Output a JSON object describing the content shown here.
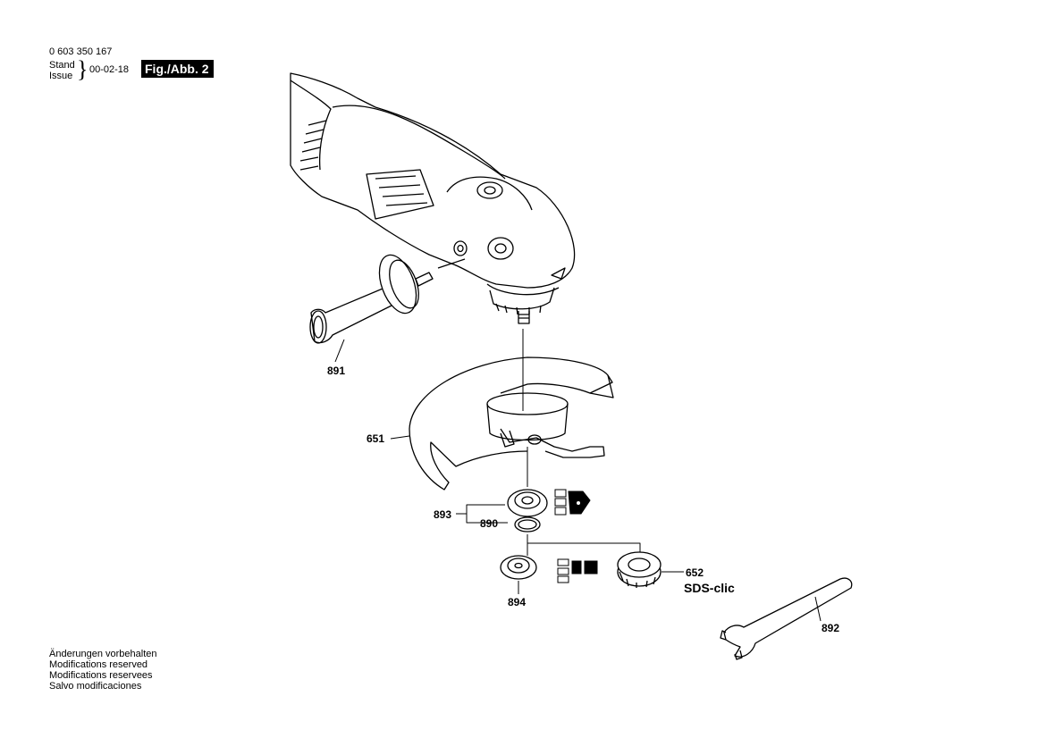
{
  "header": {
    "part_number": "0 603 350 167",
    "stand_label": "Stand",
    "issue_label": "Issue",
    "date": "00-02-18",
    "figure_label": "Fig./Abb. 2"
  },
  "callouts": {
    "c891": "891",
    "c651": "651",
    "c893": "893",
    "c890": "890",
    "c894": "894",
    "c652": "652",
    "c892": "892",
    "sds_brand": "SDS-clic"
  },
  "notes": [
    "Änderungen vorbehalten",
    "Modifications reserved",
    "Modifications reservees",
    "Salvo modificaciones"
  ]
}
